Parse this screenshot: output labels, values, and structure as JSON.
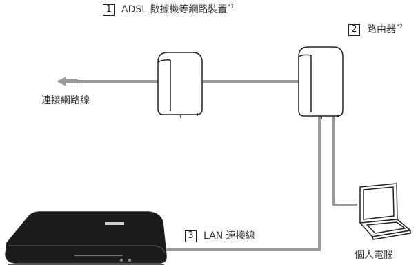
{
  "labels": {
    "device1": {
      "number": "1",
      "text": "ADSL 數據機等網路裝置",
      "note": "*1"
    },
    "device2": {
      "number": "2",
      "text": "路由器",
      "note": "*2"
    },
    "cable3": {
      "number": "3",
      "text": "LAN 連接線"
    },
    "internet_line": "連接網路線",
    "pc": "個人電腦"
  },
  "colors": {
    "cable": "#9a9a9a",
    "device_outline": "#222222",
    "text": "#333333"
  },
  "icons": [
    "arrow-left-icon",
    "modem-icon",
    "router-icon",
    "laptop-icon",
    "game-console-icon"
  ]
}
